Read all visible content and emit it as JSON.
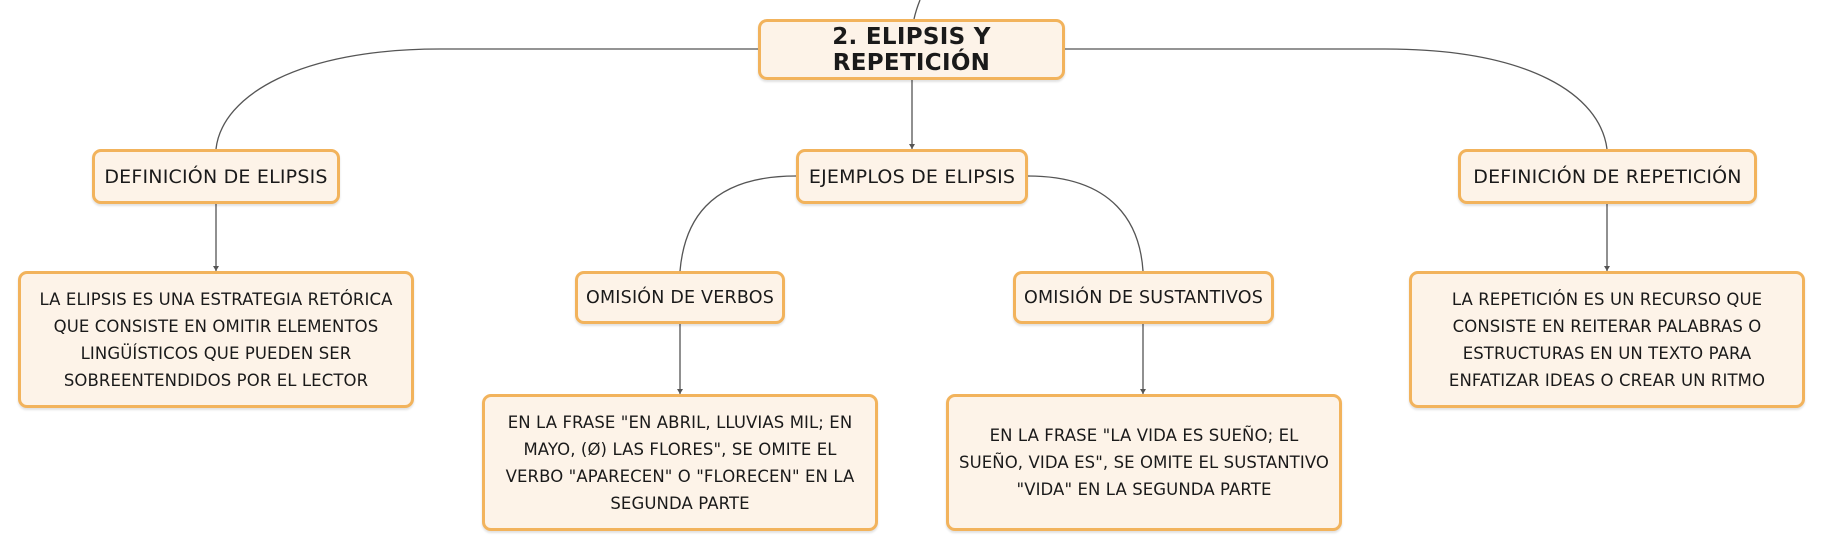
{
  "mindmap": {
    "root": {
      "label": "2. ELIPSIS Y REPETICIÓN"
    },
    "definicion_elipsis": {
      "label": "DEFINICIÓN DE ELIPSIS",
      "text": "LA ELIPSIS ES UNA ESTRATEGIA RETÓRICA QUE CONSISTE EN OMITIR ELEMENTOS LINGÜÍSTICOS QUE PUEDEN SER SOBREENTENDIDOS POR EL LECTOR"
    },
    "ejemplos_elipsis": {
      "label": "EJEMPLOS DE ELIPSIS",
      "omision_verbos": {
        "label": "OMISIÓN DE VERBOS",
        "text": "EN LA FRASE \"EN ABRIL, LLUVIAS MIL; EN MAYO, (Ø) LAS FLORES\", SE OMITE EL VERBO \"APARECEN\" O \"FLORECEN\" EN LA SEGUNDA PARTE"
      },
      "omision_sustantivos": {
        "label": "OMISIÓN DE SUSTANTIVOS",
        "text": "EN LA FRASE \"LA VIDA ES SUEÑO; EL SUEÑO, VIDA ES\", SE OMITE EL SUSTANTIVO \"VIDA\" EN LA SEGUNDA PARTE"
      }
    },
    "definicion_repeticion": {
      "label": "DEFINICIÓN DE REPETICIÓN",
      "text": "LA REPETICIÓN ES UN RECURSO QUE CONSISTE EN REITERAR PALABRAS O ESTRUCTURAS EN UN TEXTO PARA ENFATIZAR IDEAS O CREAR UN RITMO"
    }
  },
  "colors": {
    "node_fill": "#fdf3e8",
    "node_border": "#f2b35c",
    "connector": "#555555"
  }
}
